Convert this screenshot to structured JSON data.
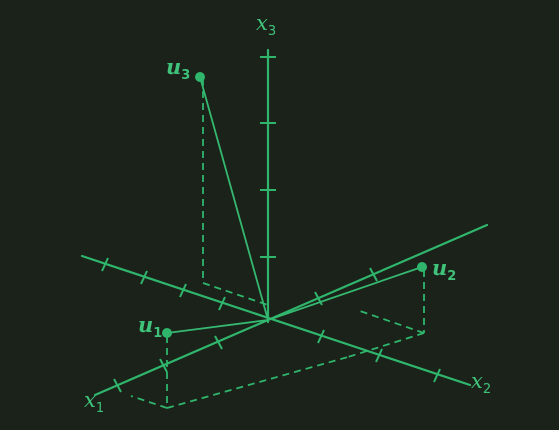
{
  "labels": {
    "x1": {
      "main": "x",
      "sub": "1"
    },
    "x2": {
      "main": "x",
      "sub": "2"
    },
    "x3": {
      "main": "x",
      "sub": "3"
    },
    "u1": {
      "main": "u",
      "sub": "1"
    },
    "u2": {
      "main": "u",
      "sub": "2"
    },
    "u3": {
      "main": "u",
      "sub": "3"
    }
  },
  "colors": {
    "background": "#1b2219",
    "lines": "#2fb66c",
    "text": "#3fc27a"
  }
}
